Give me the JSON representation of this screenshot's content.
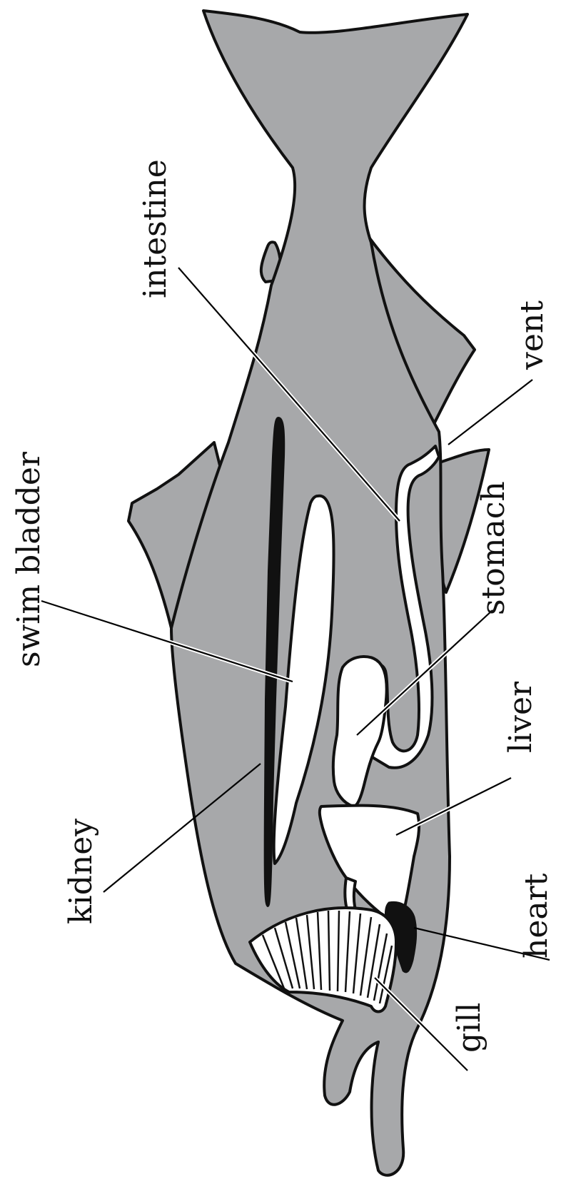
{
  "colors": {
    "fish_body": "#a7a8aa",
    "organ_white": "#ffffff",
    "organ_dark": "#111111",
    "outline": "#111111",
    "background": "#ffffff"
  },
  "labels": {
    "intestine": "intestine",
    "vent": "vent",
    "swim_bladder": "swim bladder",
    "stomach": "stomach",
    "liver": "liver",
    "kidney": "kidney",
    "heart": "heart",
    "gill": "gill"
  }
}
